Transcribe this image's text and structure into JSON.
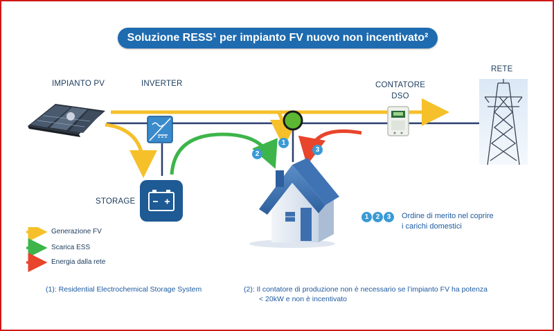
{
  "title": "Soluzione RESS¹ per impianto FV nuovo non incentivato²",
  "labels": {
    "pv": "IMPIANTO PV",
    "inverter": "INVERTER",
    "meter": "CONTATORE\nDSO",
    "grid": "RETE",
    "storage": "STORAGE"
  },
  "badges": [
    "1",
    "2",
    "3"
  ],
  "merit": {
    "badges": [
      "1",
      "2",
      "3"
    ],
    "text_line1": "Ordine di merito nel coprire",
    "text_line2": "i carichi domestici"
  },
  "legend": [
    {
      "label": "Generazione FV",
      "color": "#f5c02a"
    },
    {
      "label": "Scarica ESS",
      "color": "#3db54a"
    },
    {
      "label": "Energia dalla rete",
      "color": "#e8452c"
    }
  ],
  "notes": {
    "note1": "(1): Residential Electrochemical Storage System",
    "note2_line1": "(2): Il contatore di produzione non è necessario se l’impianto FV ha potenza",
    "note2_line2": "< 20kW e non è incentivato"
  },
  "colors": {
    "accent": "#1e6bb0",
    "line": "#2a3d6e",
    "frame": "#d01818"
  },
  "icons": [
    "solar-panel-icon",
    "inverter-icon",
    "meter-icon",
    "pylon-icon",
    "battery-icon",
    "house-icon",
    "junction-node-icon"
  ]
}
